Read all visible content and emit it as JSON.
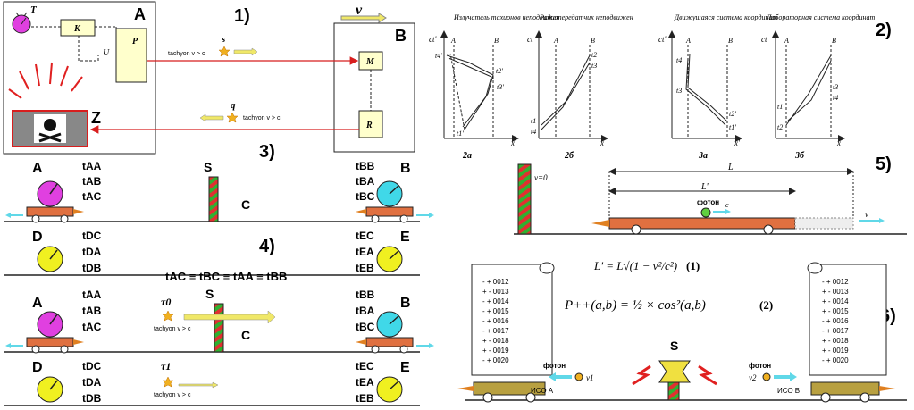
{
  "p1": {
    "num": "1)",
    "A": "A",
    "B": "B",
    "Z": "Z",
    "T": "T",
    "K": "K",
    "P": "P",
    "U": "U",
    "M": "M",
    "R": "R",
    "v": "v",
    "s": "s",
    "q": "q",
    "tach_top": "tachyon v > c",
    "tach_bot": "tachyon v > c"
  },
  "p2": {
    "num": "2)",
    "titles": [
      "Излучатель тахионов неподвижен",
      "Радиопередатчик неподвижен",
      "Движущаяся система координат",
      "Лабораторная система координат"
    ],
    "captions": [
      "2а",
      "2б",
      "3а",
      "3б"
    ],
    "yaxis": [
      "ct'",
      "ct",
      "ct'",
      "ct"
    ],
    "xaxis": [
      "x'",
      "x",
      "x'",
      "x"
    ],
    "A": "A",
    "B": "B",
    "ticks": [
      "t1'",
      "t2'",
      "t3'",
      "t4'",
      "t1",
      "t2",
      "t3",
      "t4"
    ]
  },
  "p3": {
    "num": "3)",
    "A": "A",
    "B": "B",
    "S": "S",
    "C": "C",
    "left_times": [
      "tAA",
      "tAB",
      "tAC"
    ],
    "right_times": [
      "tBB",
      "tBA",
      "tBC"
    ]
  },
  "p4": {
    "num": "4)",
    "D": "D",
    "E": "E",
    "A": "A",
    "B": "B",
    "S": "S",
    "C": "C",
    "d_times": [
      "tDC",
      "tDA",
      "tDB"
    ],
    "e_times": [
      "tEC",
      "tEA",
      "tEB"
    ],
    "equation": "tAC ≡ tBC ≡ tAA ≡ tBB",
    "a_times": [
      "tAA",
      "tAB",
      "tAC"
    ],
    "b_times": [
      "tBB",
      "tBA",
      "tBC"
    ],
    "d2_times": [
      "tDC",
      "tDA",
      "tDB"
    ],
    "e2_times": [
      "tEC",
      "tEA",
      "tEB"
    ],
    "tau0": "τ0",
    "tau1": "τ1",
    "tach1": "tachyon v > c",
    "tach2": "tachyon v > c"
  },
  "p5": {
    "num": "5)",
    "v0": "v=0",
    "L": "L",
    "Lp": "L'",
    "photon": "фотон",
    "c": "c",
    "v": "v"
  },
  "p6": {
    "num": "6)",
    "formula1": "L' = L√(1 − v²/c²)",
    "formula1_num": "(1)",
    "formula2": "P++(a,b) = ½ × cos²(a,b)",
    "formula2_num": "(2)",
    "left_list": [
      "- + 0012",
      "+ - 0013",
      "- + 0014",
      "- + 0015",
      "- + 0016",
      "- + 0017",
      "+ - 0018",
      "+ - 0019",
      "- + 0020"
    ],
    "right_list": [
      "- + 0012",
      "+ - 0013",
      "+ - 0014",
      "+ - 0015",
      "- + 0016",
      "- + 0017",
      "+ - 0018",
      "+ - 0019",
      "- + 0020"
    ],
    "S": "S",
    "photon_l": "фотон",
    "photon_r": "фотон",
    "v1": "v1",
    "v2": "v2",
    "iso_a": "ИСО А",
    "iso_b": "ИСО В"
  },
  "colors": {
    "red_line": "#d81e1e",
    "yellow_arrow": "#f0e868",
    "magenta_clock": "#e040e0",
    "cyan_clock": "#40d8e8",
    "yellow_clock": "#f0f020",
    "cart": "#e07040",
    "pole_green": "#30b030",
    "pole_red": "#e03030",
    "cyan_arrow": "#60d8e8"
  }
}
